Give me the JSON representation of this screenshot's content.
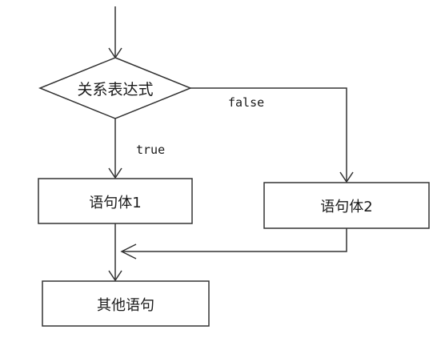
{
  "flowchart": {
    "decision": {
      "label": "关系表达式"
    },
    "branch_true": {
      "label": "true"
    },
    "branch_false": {
      "label": "false"
    },
    "statement1": {
      "label": "语句体1"
    },
    "statement2": {
      "label": "语句体2"
    },
    "next": {
      "label": "其他语句"
    }
  }
}
